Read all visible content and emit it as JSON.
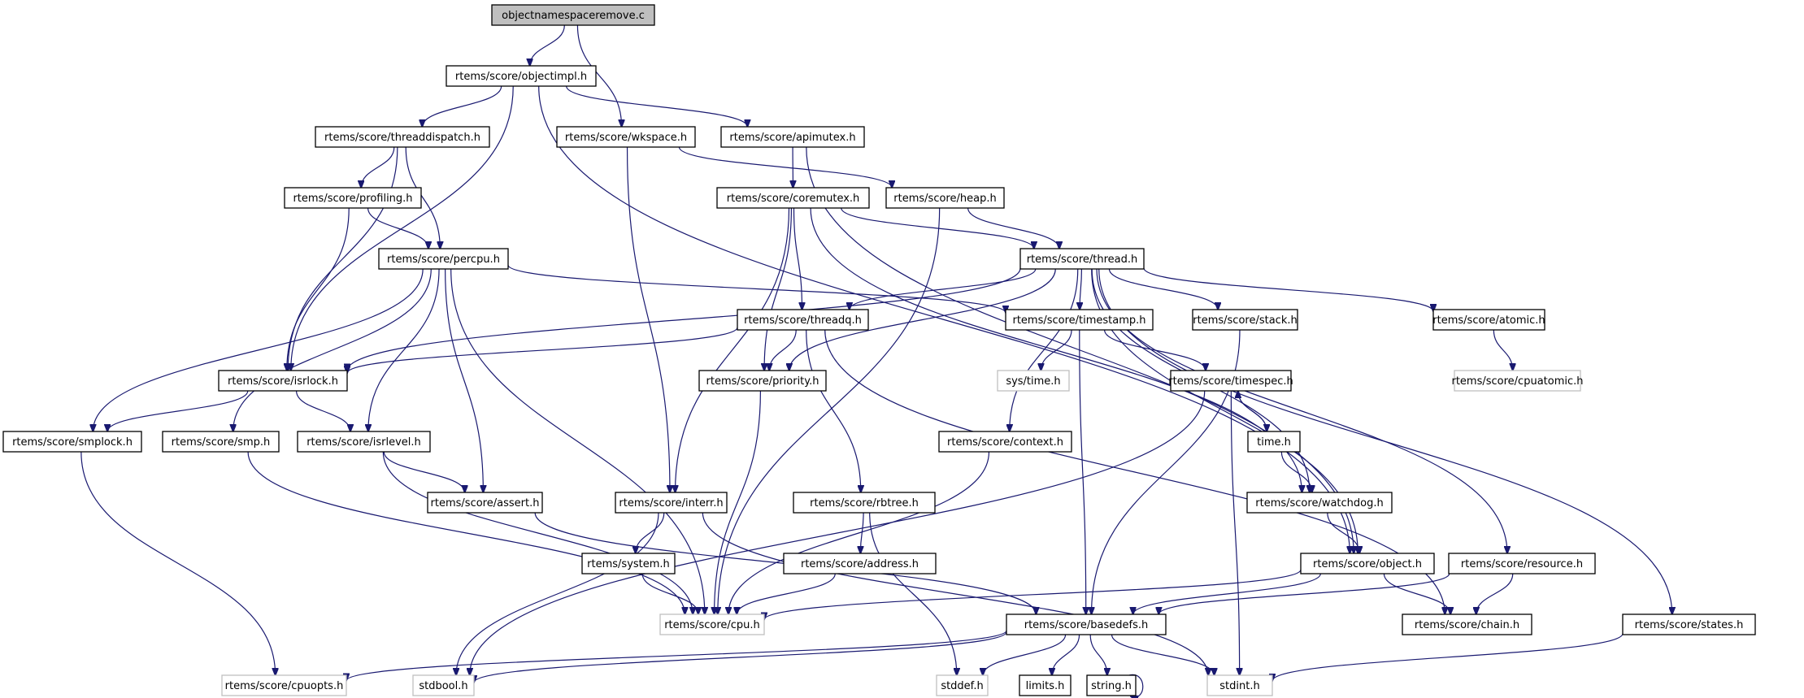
{
  "title": "objectnamespaceremove.c",
  "colors": {
    "edge": "#191970",
    "root_fill": "#bfbfbf",
    "node_border": "#000000",
    "external_border": "#bfbfbf"
  },
  "nodes": [
    {
      "id": "root",
      "label": "objectnamespaceremove.c",
      "kind": "root"
    },
    {
      "id": "objectimpl",
      "label": "rtems/score/objectimpl.h",
      "kind": "local"
    },
    {
      "id": "threaddispatch",
      "label": "rtems/score/threaddispatch.h",
      "kind": "local"
    },
    {
      "id": "wkspace",
      "label": "rtems/score/wkspace.h",
      "kind": "local"
    },
    {
      "id": "apimutex",
      "label": "rtems/score/apimutex.h",
      "kind": "local"
    },
    {
      "id": "profiling",
      "label": "rtems/score/profiling.h",
      "kind": "local"
    },
    {
      "id": "coremutex",
      "label": "rtems/score/coremutex.h",
      "kind": "local"
    },
    {
      "id": "heap",
      "label": "rtems/score/heap.h",
      "kind": "local"
    },
    {
      "id": "percpu",
      "label": "rtems/score/percpu.h",
      "kind": "local"
    },
    {
      "id": "thread",
      "label": "rtems/score/thread.h",
      "kind": "local"
    },
    {
      "id": "threadq",
      "label": "rtems/score/threadq.h",
      "kind": "local"
    },
    {
      "id": "timestamp",
      "label": "rtems/score/timestamp.h",
      "kind": "local"
    },
    {
      "id": "stack",
      "label": "rtems/score/stack.h",
      "kind": "local"
    },
    {
      "id": "atomic",
      "label": "rtems/score/atomic.h",
      "kind": "local"
    },
    {
      "id": "isrlock",
      "label": "rtems/score/isrlock.h",
      "kind": "local"
    },
    {
      "id": "priority",
      "label": "rtems/score/priority.h",
      "kind": "local"
    },
    {
      "id": "systime",
      "label": "sys/time.h",
      "kind": "external"
    },
    {
      "id": "timespec",
      "label": "rtems/score/timespec.h",
      "kind": "local"
    },
    {
      "id": "cpuatomic",
      "label": "rtems/score/cpuatomic.h",
      "kind": "external"
    },
    {
      "id": "smplock",
      "label": "rtems/score/smplock.h",
      "kind": "local"
    },
    {
      "id": "smp",
      "label": "rtems/score/smp.h",
      "kind": "local"
    },
    {
      "id": "isrlevel",
      "label": "rtems/score/isrlevel.h",
      "kind": "local"
    },
    {
      "id": "context",
      "label": "rtems/score/context.h",
      "kind": "local"
    },
    {
      "id": "timeh",
      "label": "time.h",
      "kind": "local"
    },
    {
      "id": "assert",
      "label": "rtems/score/assert.h",
      "kind": "local"
    },
    {
      "id": "interr",
      "label": "rtems/score/interr.h",
      "kind": "local"
    },
    {
      "id": "rbtree",
      "label": "rtems/score/rbtree.h",
      "kind": "local"
    },
    {
      "id": "watchdog",
      "label": "rtems/score/watchdog.h",
      "kind": "local"
    },
    {
      "id": "system",
      "label": "rtems/system.h",
      "kind": "local"
    },
    {
      "id": "address",
      "label": "rtems/score/address.h",
      "kind": "local"
    },
    {
      "id": "object",
      "label": "rtems/score/object.h",
      "kind": "local"
    },
    {
      "id": "resource",
      "label": "rtems/score/resource.h",
      "kind": "local"
    },
    {
      "id": "cpu",
      "label": "rtems/score/cpu.h",
      "kind": "external"
    },
    {
      "id": "basedefs",
      "label": "rtems/score/basedefs.h",
      "kind": "local"
    },
    {
      "id": "chain",
      "label": "rtems/score/chain.h",
      "kind": "local"
    },
    {
      "id": "states",
      "label": "rtems/score/states.h",
      "kind": "local"
    },
    {
      "id": "cpuopts",
      "label": "rtems/score/cpuopts.h",
      "kind": "external"
    },
    {
      "id": "stdbool",
      "label": "stdbool.h",
      "kind": "external"
    },
    {
      "id": "stddef",
      "label": "stddef.h",
      "kind": "external"
    },
    {
      "id": "limits",
      "label": "limits.h",
      "kind": "local"
    },
    {
      "id": "string",
      "label": "string.h",
      "kind": "local"
    },
    {
      "id": "stdint",
      "label": "stdint.h",
      "kind": "external"
    }
  ],
  "edges": [
    [
      "root",
      "objectimpl"
    ],
    [
      "root",
      "wkspace"
    ],
    [
      "objectimpl",
      "threaddispatch"
    ],
    [
      "objectimpl",
      "apimutex"
    ],
    [
      "objectimpl",
      "isrlock"
    ],
    [
      "objectimpl",
      "object"
    ],
    [
      "threaddispatch",
      "profiling"
    ],
    [
      "threaddispatch",
      "percpu"
    ],
    [
      "threaddispatch",
      "isrlock"
    ],
    [
      "profiling",
      "percpu"
    ],
    [
      "profiling",
      "isrlock"
    ],
    [
      "wkspace",
      "heap"
    ],
    [
      "wkspace",
      "interr"
    ],
    [
      "apimutex",
      "coremutex"
    ],
    [
      "apimutex",
      "object"
    ],
    [
      "coremutex",
      "thread"
    ],
    [
      "coremutex",
      "threadq"
    ],
    [
      "coremutex",
      "priority"
    ],
    [
      "coremutex",
      "interr"
    ],
    [
      "coremutex",
      "watchdog"
    ],
    [
      "heap",
      "thread"
    ],
    [
      "heap",
      "cpu"
    ],
    [
      "percpu",
      "timestamp"
    ],
    [
      "percpu",
      "smplock"
    ],
    [
      "percpu",
      "smp"
    ],
    [
      "percpu",
      "isrlevel"
    ],
    [
      "percpu",
      "assert"
    ],
    [
      "percpu",
      "cpu"
    ],
    [
      "thread",
      "threadq"
    ],
    [
      "thread",
      "timestamp"
    ],
    [
      "thread",
      "stack"
    ],
    [
      "thread",
      "atomic"
    ],
    [
      "thread",
      "isrlock"
    ],
    [
      "thread",
      "priority"
    ],
    [
      "thread",
      "context"
    ],
    [
      "thread",
      "watchdog"
    ],
    [
      "thread",
      "object"
    ],
    [
      "thread",
      "resource"
    ],
    [
      "thread",
      "states"
    ],
    [
      "threadq",
      "priority"
    ],
    [
      "threadq",
      "isrlock"
    ],
    [
      "threadq",
      "rbtree"
    ],
    [
      "threadq",
      "chain"
    ],
    [
      "timestamp",
      "systime"
    ],
    [
      "timestamp",
      "timespec"
    ],
    [
      "timestamp",
      "basedefs"
    ],
    [
      "stack",
      "basedefs"
    ],
    [
      "atomic",
      "cpuatomic"
    ],
    [
      "isrlock",
      "smplock"
    ],
    [
      "isrlock",
      "isrlevel"
    ],
    [
      "priority",
      "cpu"
    ],
    [
      "timespec",
      "timeh"
    ],
    [
      "timespec",
      "stdbool"
    ],
    [
      "timespec",
      "stdint"
    ],
    [
      "timeh",
      "timespec"
    ],
    [
      "timeh",
      "watchdog"
    ],
    [
      "smplock",
      "cpuopts"
    ],
    [
      "smp",
      "cpu"
    ],
    [
      "isrlevel",
      "assert"
    ],
    [
      "isrlevel",
      "cpu"
    ],
    [
      "context",
      "cpu"
    ],
    [
      "assert",
      "basedefs"
    ],
    [
      "interr",
      "system"
    ],
    [
      "interr",
      "stdbool"
    ],
    [
      "interr",
      "stdint"
    ],
    [
      "rbtree",
      "address"
    ],
    [
      "rbtree",
      "stddef"
    ],
    [
      "watchdog",
      "object"
    ],
    [
      "system",
      "cpu"
    ],
    [
      "address",
      "cpu"
    ],
    [
      "object",
      "chain"
    ],
    [
      "object",
      "basedefs"
    ],
    [
      "object",
      "cpu"
    ],
    [
      "resource",
      "chain"
    ],
    [
      "resource",
      "basedefs"
    ],
    [
      "basedefs",
      "stddef"
    ],
    [
      "basedefs",
      "limits"
    ],
    [
      "basedefs",
      "string"
    ],
    [
      "basedefs",
      "stdint"
    ],
    [
      "basedefs",
      "stdbool"
    ],
    [
      "basedefs",
      "cpuopts"
    ],
    [
      "string",
      "string"
    ],
    [
      "states",
      "stdint"
    ]
  ]
}
